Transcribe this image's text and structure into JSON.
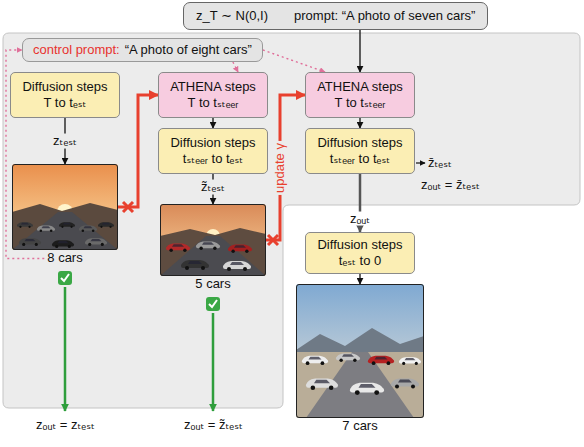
{
  "diagram": {
    "nodes": [
      {
        "text": [
          "z_T ∼ N(0,I)",
          "prompt: “A photo of seven cars”"
        ]
      },
      {
        "text": [
          "control prompt:",
          "“A photo of eight cars”"
        ]
      },
      {
        "text": [
          "Diffusion steps T to tₑₛₜ"
        ]
      },
      {
        "text": [
          "8 cars"
        ]
      },
      {
        "text": [
          "ATHENA steps T to tₛₜₑₑᵣ"
        ]
      },
      {
        "text": [
          "Diffusion steps tₛₜₑₑᵣ to tₑₛₜ"
        ]
      },
      {
        "text": [
          "5 cars"
        ]
      },
      {
        "text": [
          "ATHENA steps T to tₛₜₑₑᵣ"
        ]
      },
      {
        "text": [
          "Diffusion steps tₛₜₑₑᵣ to tₑₛₜ"
        ]
      },
      {
        "text": [
          "Diffusion steps tₑₛₜ to 0"
        ]
      },
      {
        "text": [
          "7 cars"
        ]
      }
    ],
    "edges": [
      {
        "from": 0,
        "to": 7,
        "arrow": "to"
      },
      {
        "from": 1,
        "to": 4,
        "arrow": "to"
      },
      {
        "from": 1,
        "to": 7,
        "arrow": "to"
      },
      {
        "from": 2,
        "to": 3,
        "label": "zₜₑₛₜ",
        "arrow": "to"
      },
      {
        "from": 3,
        "to": 4,
        "arrow": "to"
      },
      {
        "from": 3,
        "to": 1,
        "arrow": "to"
      },
      {
        "from": 4,
        "to": 5,
        "arrow": "to"
      },
      {
        "from": 5,
        "to": 6,
        "label": "z̃ₜₑₛₜ",
        "arrow": "to"
      },
      {
        "from": 6,
        "to": 7,
        "label": "update γ",
        "arrow": "to"
      },
      {
        "from": 7,
        "to": 8,
        "arrow": "to"
      },
      {
        "from": 8,
        "to": 9,
        "label": "zₒᵤₜ",
        "arrow": "to"
      },
      {
        "from": 9,
        "to": 10,
        "arrow": "to"
      }
    ],
    "labels": [
      "zₒᵤₜ = zₜₑₛₜ",
      "zₒᵤₜ = z̃ₜₑₛₜ",
      "z̄ₜₑₛₜ",
      "zₒᵤₜ = z̄ₜₑₛₜ"
    ]
  }
}
